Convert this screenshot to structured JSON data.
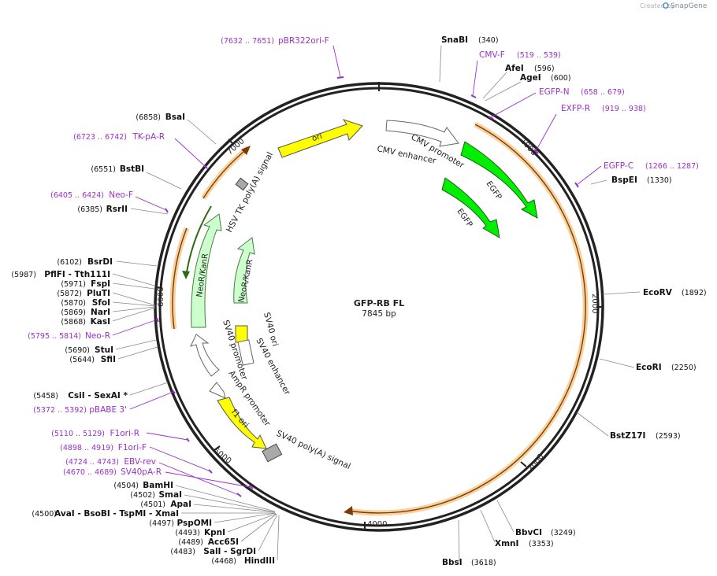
{
  "watermark": {
    "text": "Created by",
    "brand": "SnapGene"
  },
  "plasmid": {
    "name": "GFP-RB FL",
    "size": "7845 bp"
  },
  "colors": {
    "primer": "#9b30c9",
    "feature_yellow": "#ffff00",
    "feature_green": "#00ee00",
    "feature_lightgreen": "#ccffcc",
    "orf_orange": "#f5c07a",
    "orf_brown": "#7a3a0a",
    "gray": "#9aa0a6"
  },
  "ticks": [
    "1000",
    "2000",
    "3000",
    "4000",
    "5000",
    "6000",
    "7000"
  ],
  "enzymes": [
    {
      "name": "SnaBI",
      "pos": "(340)"
    },
    {
      "name": "AfeI",
      "pos": "(596)"
    },
    {
      "name": "AgeI",
      "pos": "(600)"
    },
    {
      "name": "BspEI",
      "pos": "(1330)"
    },
    {
      "name": "EcoRV",
      "pos": "(1892)"
    },
    {
      "name": "EcoRI",
      "pos": "(2250)"
    },
    {
      "name": "BstZ17I",
      "pos": "(2593)"
    },
    {
      "name": "BbvCI",
      "pos": "(3249)"
    },
    {
      "name": "XmnI",
      "pos": "(3353)"
    },
    {
      "name": "BbsI",
      "pos": "(3618)"
    },
    {
      "name": "BsaI",
      "pos": "(6858)"
    },
    {
      "name": "BstBI",
      "pos": "(6551)"
    },
    {
      "name": "RsrII",
      "pos": "(6385)"
    },
    {
      "name": "BsrDI",
      "pos": "(6102)"
    },
    {
      "name": "PflFI  -  Tth111I",
      "pos": "(5987)"
    },
    {
      "name": "FspI",
      "pos": "(5971)"
    },
    {
      "name": "PluTI",
      "pos": "(5872)"
    },
    {
      "name": "SfoI",
      "pos": "(5870)"
    },
    {
      "name": "NarI",
      "pos": "(5869)"
    },
    {
      "name": "KasI",
      "pos": "(5868)"
    },
    {
      "name": "StuI",
      "pos": "(5690)"
    },
    {
      "name": "SfiI",
      "pos": "(5644)"
    },
    {
      "name": "CsiI  -  SexAI *",
      "pos": "(5458)"
    },
    {
      "name": "BamHI",
      "pos": "(4504)"
    },
    {
      "name": "SmaI",
      "pos": "(4502)"
    },
    {
      "name": "ApaI",
      "pos": "(4501)"
    },
    {
      "name": "AvaI  -  BsoBI  -  TspMI  -  XmaI",
      "pos": "(4500)"
    },
    {
      "name": "PspOMI",
      "pos": "(4497)"
    },
    {
      "name": "KpnI",
      "pos": "(4493)"
    },
    {
      "name": "Acc65I",
      "pos": "(4489)"
    },
    {
      "name": "SalI  -  SgrDI",
      "pos": "(4483)"
    },
    {
      "name": "HindIII",
      "pos": "(4468)"
    }
  ],
  "primers": [
    {
      "name": "pBR322ori-F",
      "range": "(7632 .. 7651)"
    },
    {
      "name": "CMV-F",
      "range": "(519 .. 539)"
    },
    {
      "name": "EGFP-N",
      "range": "(658 .. 679)"
    },
    {
      "name": "EXFP-R",
      "range": "(919 .. 938)"
    },
    {
      "name": "EGFP-C",
      "range": "(1266 .. 1287)"
    },
    {
      "name": "TK-pA-R",
      "range": "(6723 .. 6742)"
    },
    {
      "name": "Neo-F",
      "range": "(6405 .. 6424)"
    },
    {
      "name": "Neo-R",
      "range": "(5795 .. 5814)"
    },
    {
      "name": "pBABE 3'",
      "range": "(5372 .. 5392)"
    },
    {
      "name": "F1ori-R",
      "range": "(5110 .. 5129)"
    },
    {
      "name": "F1ori-F",
      "range": "(4898 .. 4919)"
    },
    {
      "name": "EBV-rev",
      "range": "(4724 .. 4743)"
    },
    {
      "name": "SV40pA-R",
      "range": "(4670 .. 4689)"
    }
  ],
  "features": [
    {
      "name": "ori"
    },
    {
      "name": "CMV enhancer"
    },
    {
      "name": "CMV promoter"
    },
    {
      "name": "EGFP"
    },
    {
      "name": "EGFP"
    },
    {
      "name": "HSV TK poly(A) signal"
    },
    {
      "name": "NeoR/KanR"
    },
    {
      "name": "NeoR/KanR"
    },
    {
      "name": "SV40 ori"
    },
    {
      "name": "SV40 enhancer"
    },
    {
      "name": "SV40 promoter"
    },
    {
      "name": "AmpR promoter"
    },
    {
      "name": "f1 ori"
    },
    {
      "name": "SV40 poly(A) signal"
    }
  ]
}
